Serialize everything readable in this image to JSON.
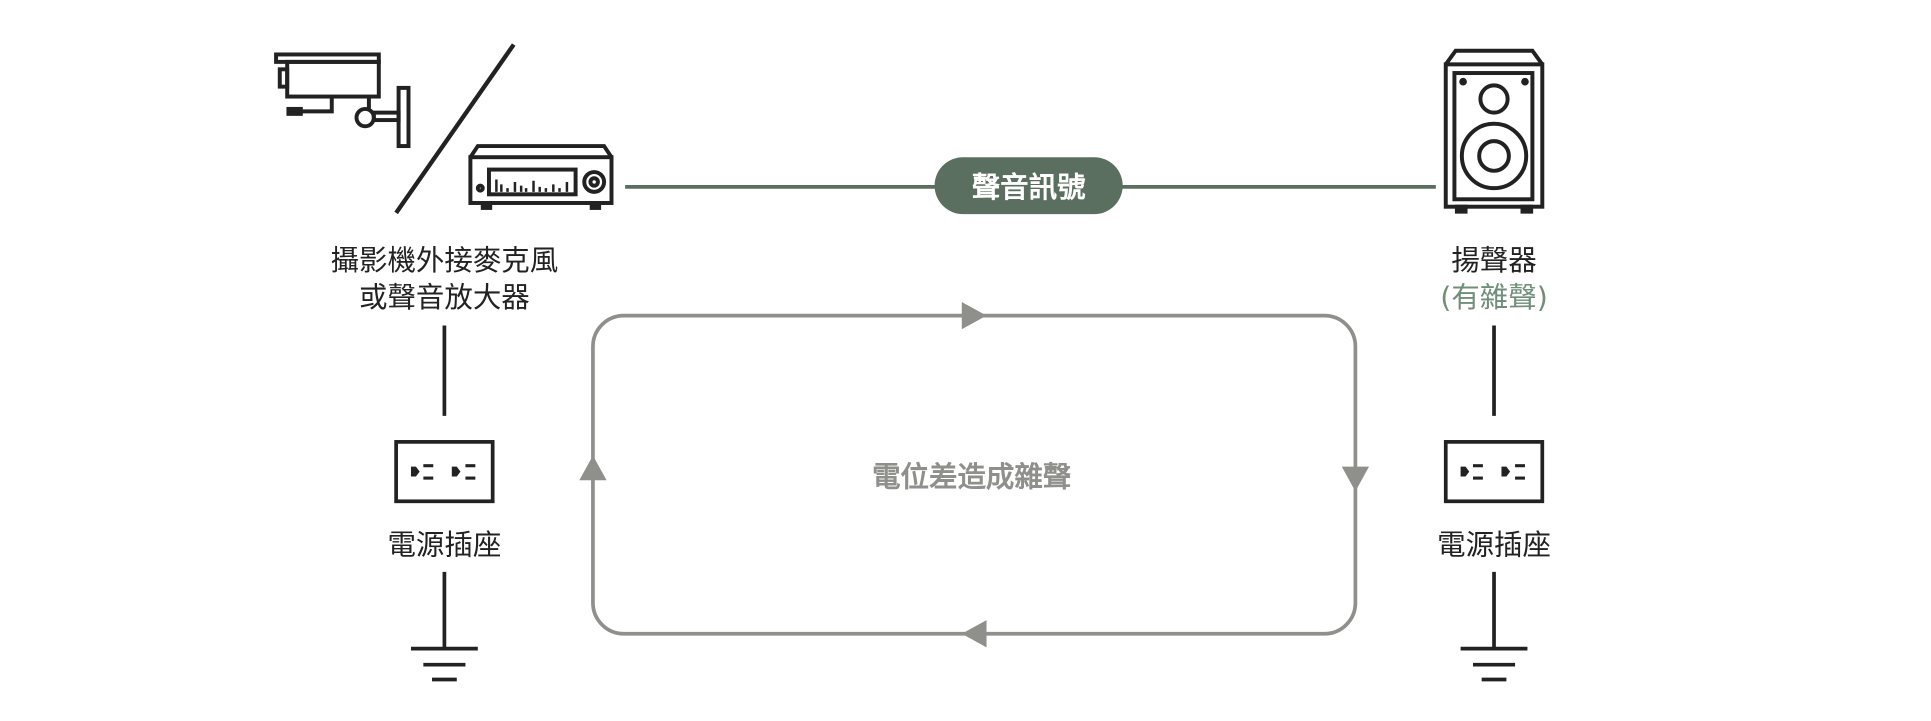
{
  "source_device": {
    "label_line1": "攝影機外接麥克風",
    "label_line2": "或聲音放大器"
  },
  "signal": {
    "label": "聲音訊號"
  },
  "speaker": {
    "label": "揚聲器",
    "note": "(有雜聲)"
  },
  "outlet_left": {
    "label": "電源插座"
  },
  "outlet_right": {
    "label": "電源插座"
  },
  "loop": {
    "label": "電位差造成雜聲"
  },
  "colors": {
    "signal_green": "#5b6f60",
    "note_green": "#6f8f78",
    "loop_gray": "#8f908b",
    "ink": "#222222"
  }
}
